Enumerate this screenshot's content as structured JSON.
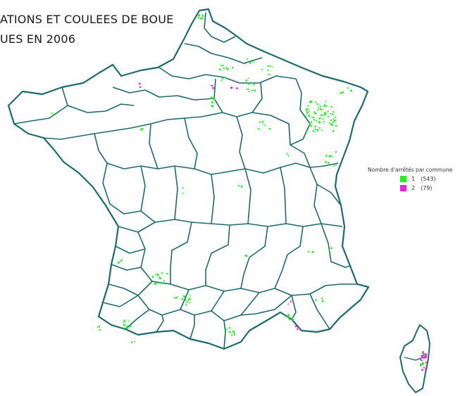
{
  "map": {
    "title_line1": "ATIONS ET COULEES DE BOUE",
    "title_line2": "UES EN 2006",
    "colors": {
      "border": "#1d6a6e",
      "class1": "#22ee22",
      "class2": "#ee22dd",
      "background": "#ffffff"
    }
  },
  "legend": {
    "title": "Nombre d'arrêtés par commune",
    "items": [
      {
        "value": "1",
        "count": "(543)",
        "color": "#22ee22"
      },
      {
        "value": "2",
        "count": "(79)",
        "color": "#ee22dd"
      }
    ]
  }
}
